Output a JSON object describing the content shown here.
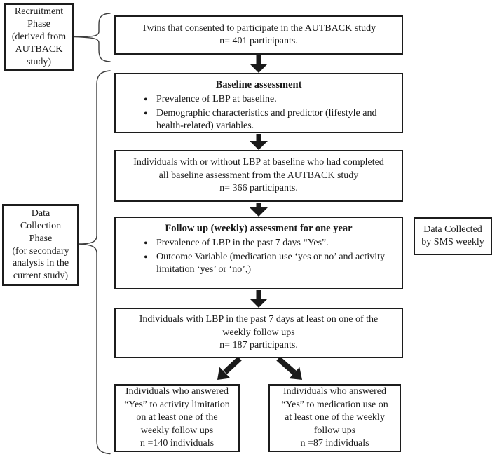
{
  "style": {
    "ink": "#1a1a1a",
    "background": "#ffffff"
  },
  "labels": {
    "recruitment_phase": "Recruitment\nPhase\n(derived from\nAUTBACK\nstudy)",
    "data_collection_phase": "Data\nCollection\nPhase\n(for secondary\nanalysis in the\ncurrent study)",
    "sms_note": "Data Collected\nby SMS weekly"
  },
  "flow": {
    "consented": {
      "text": "Twins that consented to participate in the AUTBACK study\nn= 401 participants."
    },
    "baseline": {
      "title": "Baseline assessment",
      "bullets": [
        "Prevalence of LBP at baseline.",
        "Demographic characteristics and predictor (lifestyle and\nhealth-related) variables."
      ]
    },
    "completed_baseline": {
      "text": "Individuals with or without LBP at baseline who had completed\nall baseline assessment from the AUTBACK study\nn= 366 participants."
    },
    "followup": {
      "title": "Follow up (weekly) assessment for one year",
      "bullets": [
        "Prevalence of LBP in the past 7 days “Yes”.",
        "Outcome Variable (medication use ‘yes or no’ and activity\nlimitation ‘yes’ or ‘no’,)"
      ]
    },
    "lbp_weekly": {
      "text": "Individuals with LBP in the past 7 days at least on one of the\nweekly follow ups\nn= 187 participants."
    },
    "activity_limitation": {
      "text": "Individuals who answered\n“Yes” to activity limitation\non at least one of the\nweekly follow ups\nn =140 individuals"
    },
    "medication_use": {
      "text": "Individuals who answered\n“Yes” to medication use on\nat least one of the weekly\nfollow ups\nn =87 individuals"
    }
  }
}
